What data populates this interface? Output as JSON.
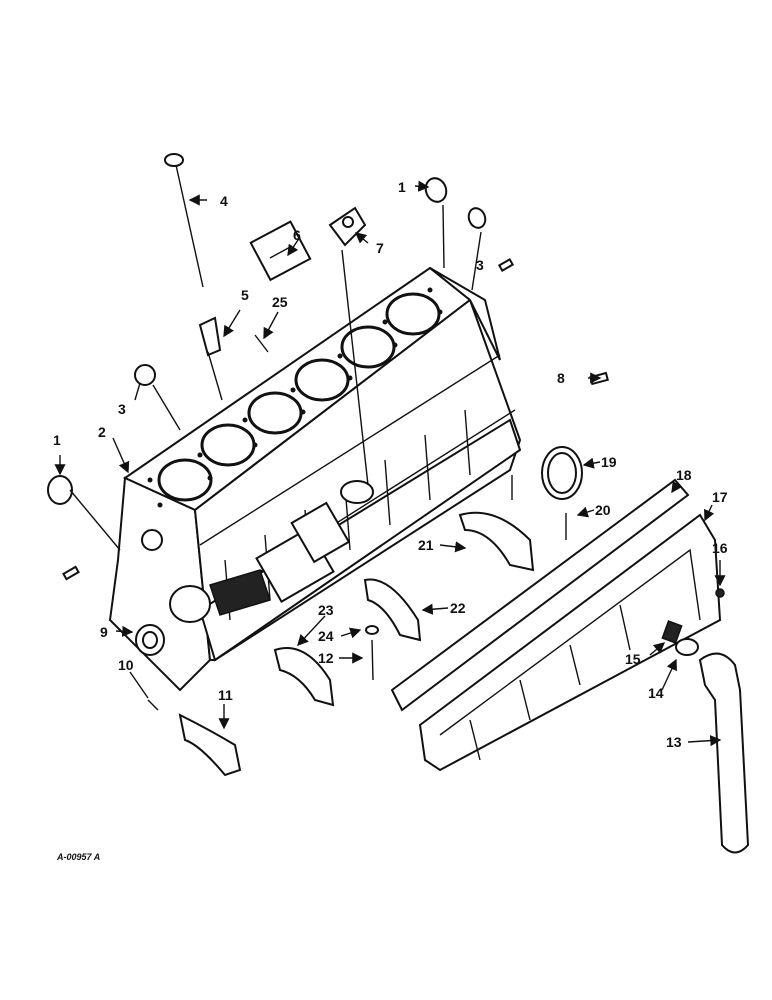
{
  "callouts": [
    "1",
    "2",
    "3",
    "4",
    "5",
    "6",
    "7",
    "8",
    "9",
    "10",
    "11",
    "12",
    "13",
    "14",
    "15",
    "16",
    "17",
    "18",
    "19",
    "20",
    "21",
    "22",
    "23",
    "24",
    "25"
  ],
  "drawing_code": "A-00957 A"
}
